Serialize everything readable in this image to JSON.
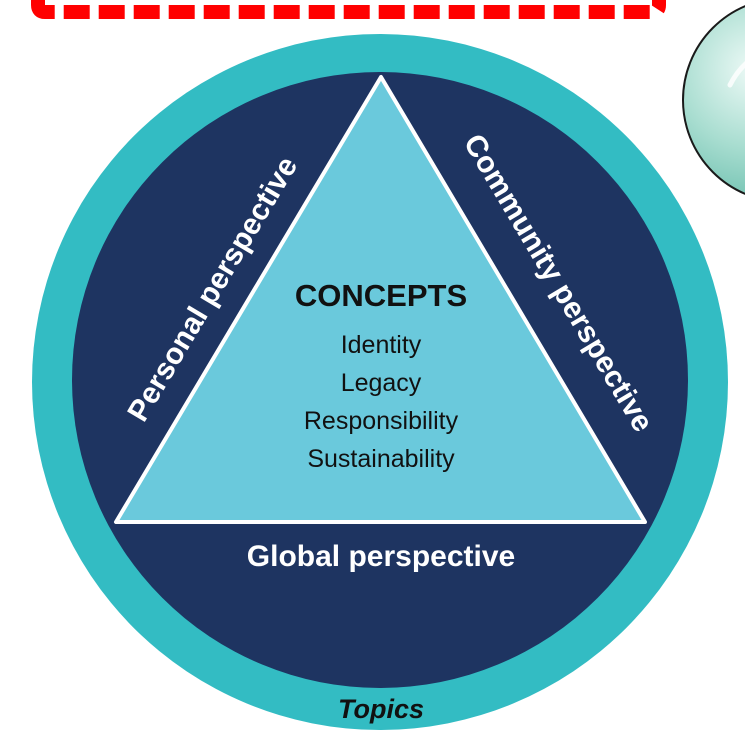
{
  "diagram": {
    "center_title": "CONCEPTS",
    "concepts": [
      "Identity",
      "Legacy",
      "Responsibility",
      "Sustainability"
    ],
    "perspectives": {
      "personal": "Personal perspective",
      "community": "Community perspective",
      "global": "Global perspective"
    },
    "outer_ring_label": "Topics"
  },
  "colors": {
    "outer_ring": "#33bcc3",
    "inner_disc": "#1e3461",
    "triangle": "#6ac9dc",
    "banner": "#ff0000",
    "bubble": "#a8ddd0",
    "light_text": "#ffffff",
    "dark_text": "#111111"
  }
}
